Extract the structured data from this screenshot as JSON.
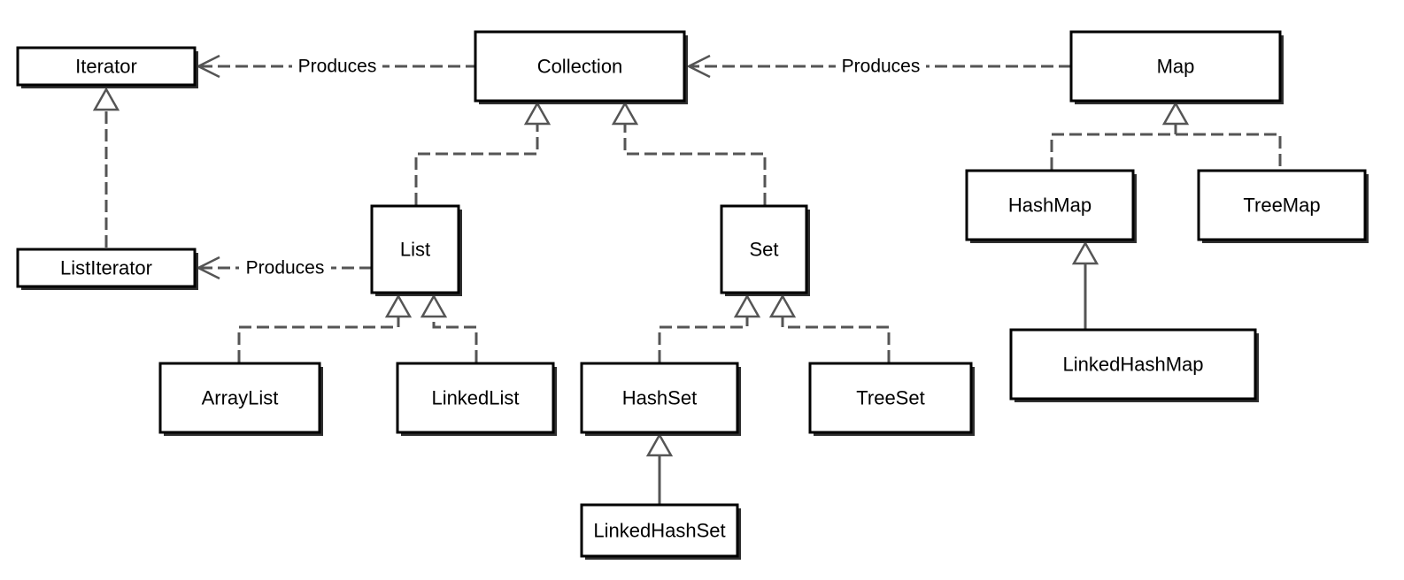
{
  "nodes": {
    "iterator": "Iterator",
    "collection": "Collection",
    "map": "Map",
    "list_iterator": "ListIterator",
    "list": "List",
    "set": "Set",
    "hash_map": "HashMap",
    "tree_map": "TreeMap",
    "array_list": "ArrayList",
    "linked_list": "LinkedList",
    "hash_set": "HashSet",
    "tree_set": "TreeSet",
    "linked_hash_map": "LinkedHashMap",
    "linked_hash_set": "LinkedHashSet"
  },
  "edge_labels": {
    "collection_produces_iterator": "Produces",
    "map_produces_collection": "Produces",
    "list_produces_list_iterator": "Produces"
  }
}
